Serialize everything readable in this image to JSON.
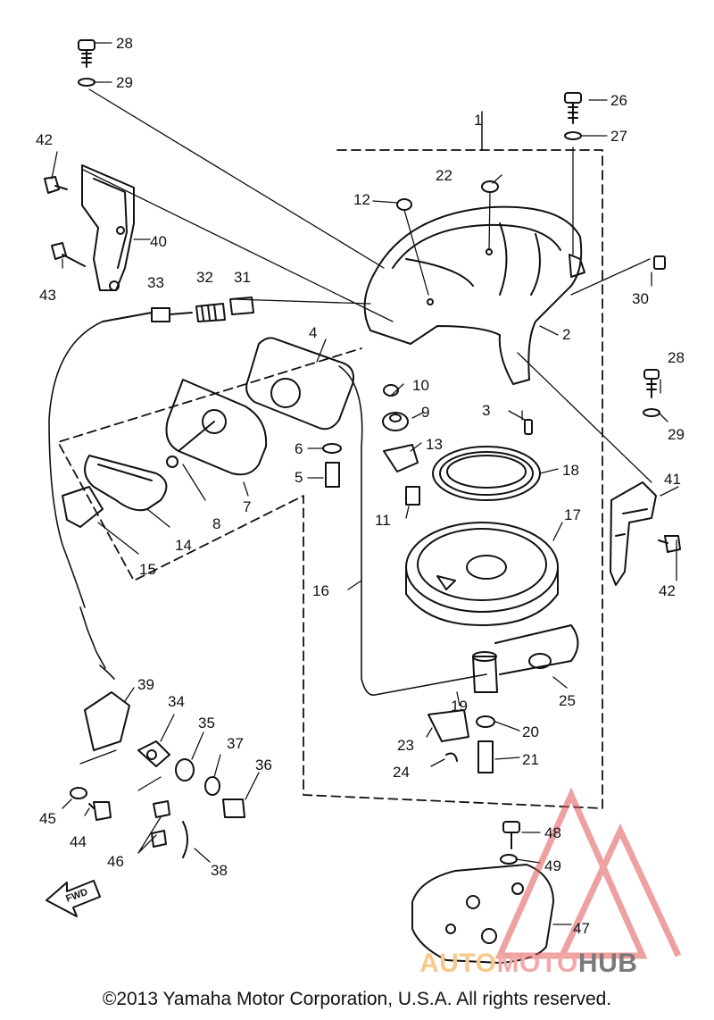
{
  "diagram": {
    "callouts": [
      "1",
      "2",
      "3",
      "4",
      "5",
      "6",
      "7",
      "8",
      "9",
      "10",
      "11",
      "12",
      "13",
      "14",
      "15",
      "16",
      "17",
      "18",
      "19",
      "20",
      "21",
      "22",
      "23",
      "24",
      "25",
      "26",
      "27",
      "28",
      "29",
      "30",
      "31",
      "32",
      "33",
      "34",
      "35",
      "36",
      "37",
      "38",
      "39",
      "40",
      "41",
      "42",
      "43",
      "44",
      "45",
      "46",
      "47",
      "48",
      "49"
    ],
    "fwd_label": "FWD"
  },
  "watermark": {
    "part1": "AUTO",
    "part2": "MOTO",
    "part3": "HUB",
    "logo_color": "#e05555"
  },
  "footer": {
    "copyright": "©2013 Yamaha Motor Corporation, U.S.A. All rights reserved."
  },
  "colors": {
    "ink": "#111111",
    "background": "#ffffff"
  }
}
